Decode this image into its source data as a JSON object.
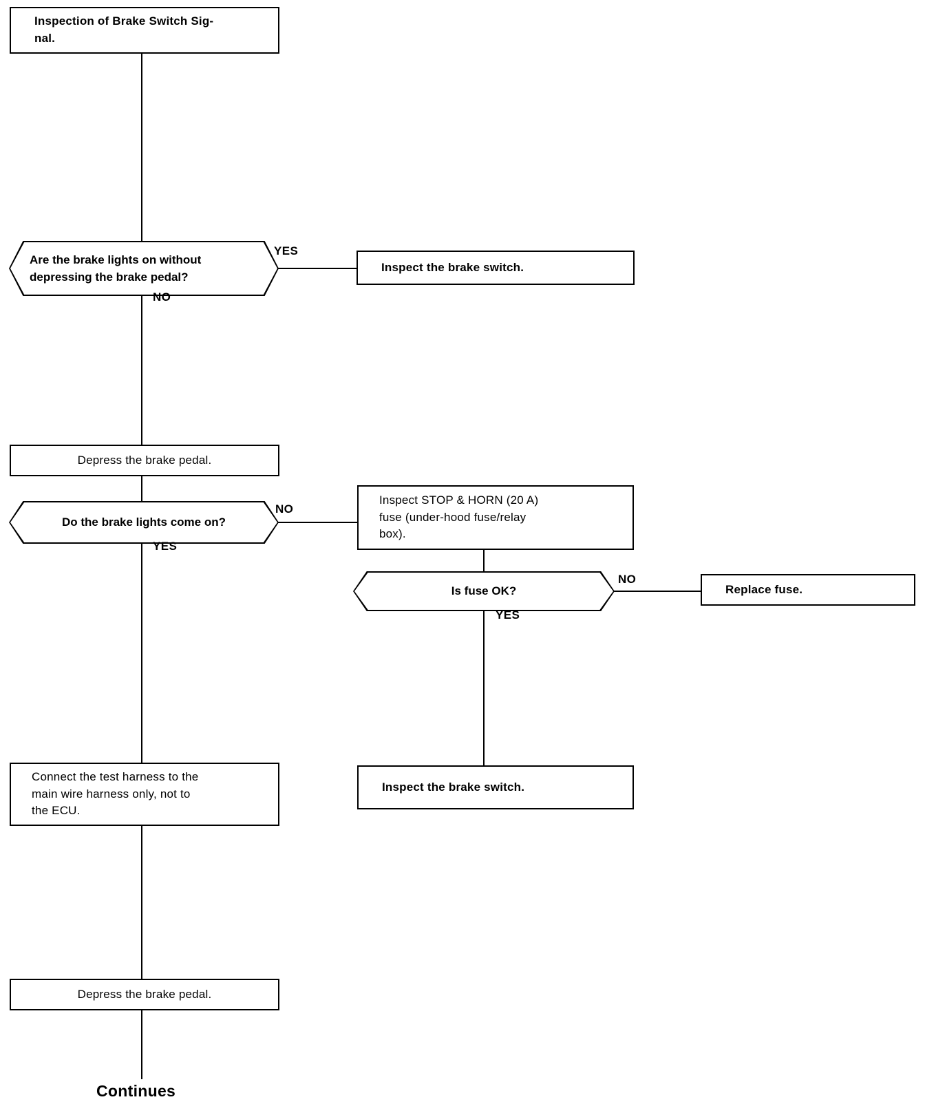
{
  "diagram": {
    "title_node": {
      "text": "Inspection of Brake Switch Sig-\nnal."
    },
    "nodes": {
      "q_lights_without_pedal": {
        "line1": "Are  the  brake  lights  on  without",
        "line2": "depressing the brake pedal?"
      },
      "inspect_switch_1": {
        "text": "Inspect the brake switch."
      },
      "depress_pedal_1": {
        "text": "Depress the brake pedal."
      },
      "q_lights_come_on": {
        "text": "Do the brake lights come on?"
      },
      "inspect_fuse": {
        "line1": "Inspect  STOP  &  HORN  (20  A)",
        "line2": "fuse   (under-hood   fuse/relay",
        "line3": "box)."
      },
      "q_fuse_ok": {
        "text": "Is fuse OK?"
      },
      "replace_fuse": {
        "text": "Replace fuse."
      },
      "inspect_switch_2": {
        "text": "Inspect the brake switch."
      },
      "connect_harness": {
        "line1": "Connect the test harness to the",
        "line2": "main wire harness only, not to",
        "line3": "the ECU."
      },
      "depress_pedal_2": {
        "text": "Depress the brake pedal."
      }
    },
    "branch_labels": {
      "yes_1": "YES",
      "no_1": "NO",
      "no_2": "NO",
      "yes_2": "YES",
      "no_3": "NO",
      "yes_3": "YES"
    },
    "footer": {
      "continues": "Continues"
    },
    "colors": {
      "line": "#000000",
      "background": "#ffffff",
      "text": "#000000"
    }
  }
}
